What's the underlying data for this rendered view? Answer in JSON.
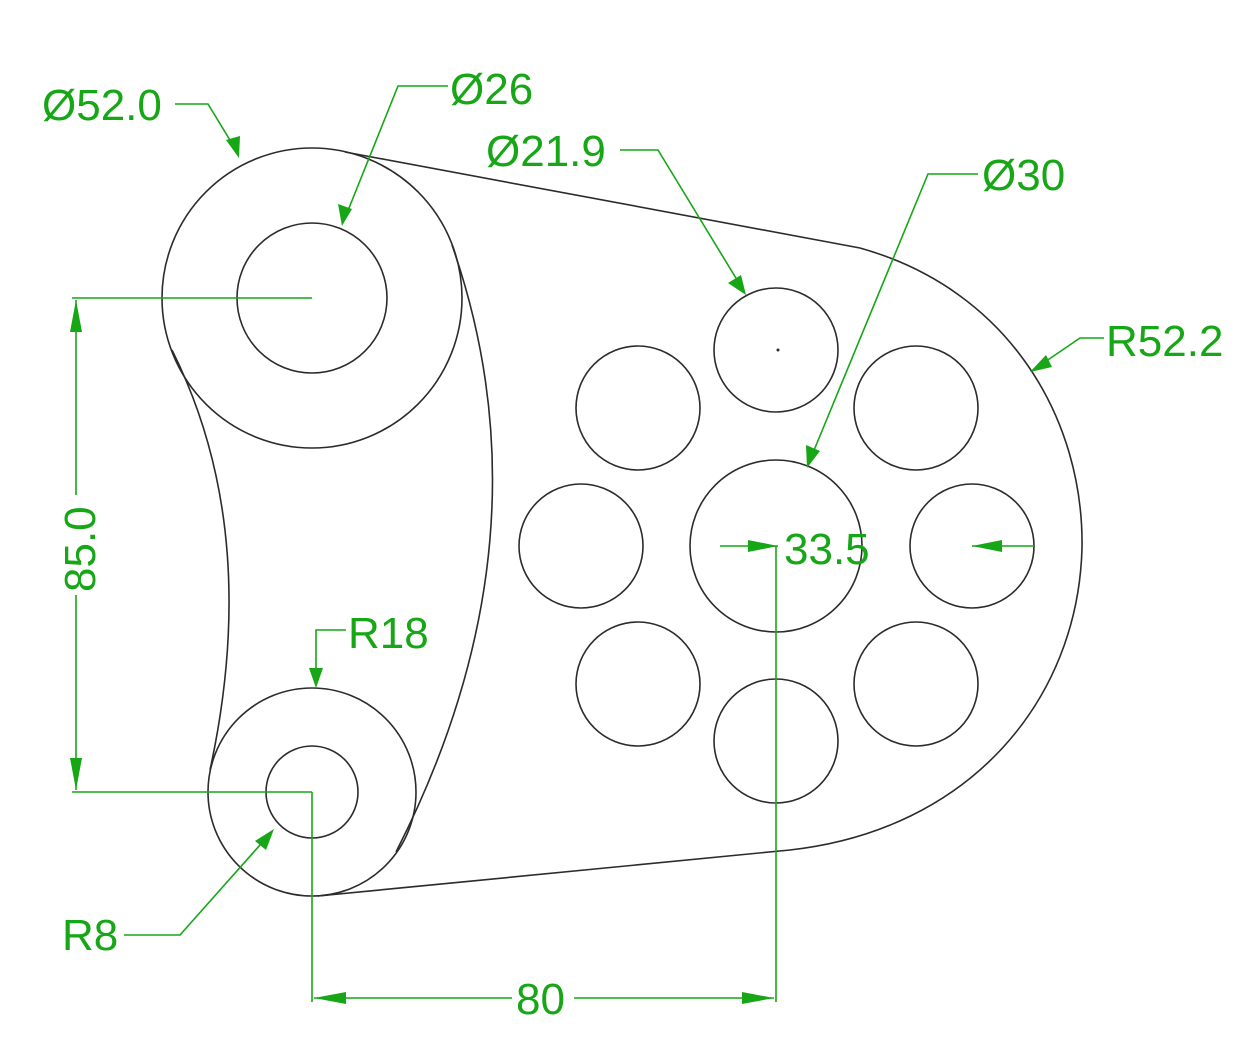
{
  "colors": {
    "geometry": "#2b2b2b",
    "dimension": "#16a616",
    "background": "#ffffff"
  },
  "dimensions": {
    "top_boss_outer_diameter": "Ø52.0",
    "top_boss_hole_diameter": "Ø26",
    "pattern_hole_diameter": "Ø21.9",
    "center_hole_diameter": "Ø30",
    "right_end_radius": "R52.2",
    "vertical_center_distance": "85.0",
    "bottom_boss_outer_radius": "R18",
    "bottom_boss_hole_radius": "R8",
    "horizontal_center_distance": "80",
    "bolt_circle_radius": "33.5"
  }
}
